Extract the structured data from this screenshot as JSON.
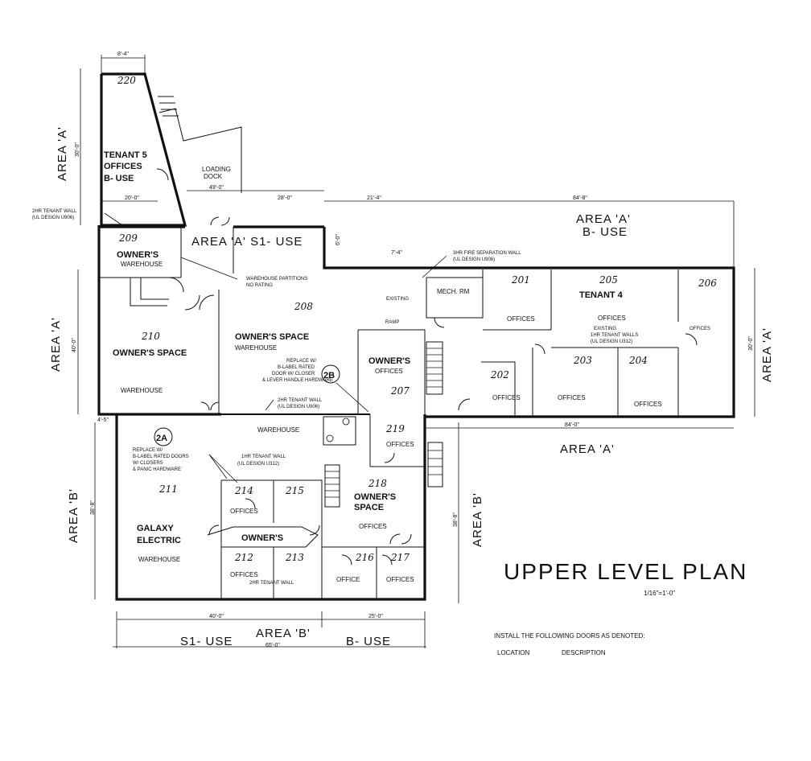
{
  "plan": {
    "title": "UPPER LEVEL PLAN",
    "scale": "1/16\"=1'-0\"",
    "notes": [
      "INSTALL THE FOLLOWING DOORS AS DENOTED:",
      "LOCATION",
      "DESCRIPTION"
    ]
  },
  "areas": {
    "area_a_left_top": "AREA 'A'",
    "area_a_left_mid": "AREA 'A'",
    "area_a_s1": "AREA 'A' S1- USE",
    "area_a_b_top": "AREA 'A'",
    "b_use_top": "B- USE",
    "area_a_right": "AREA 'A'",
    "area_a_bottom_right": "AREA 'A'",
    "area_b_left": "AREA 'B'",
    "area_b_mid": "AREA 'B'",
    "area_b_bottom": "AREA 'B'",
    "s1_use": "S1- USE",
    "b_use_bottom": "B- USE"
  },
  "rooms": {
    "r220": {
      "num": "220",
      "l1": "TENANT 5",
      "l2": "OFFICES",
      "l3": "B- USE"
    },
    "loading": {
      "l1": "LOADING",
      "l2": "DOCK"
    },
    "r209": {
      "num": "209",
      "l1": "OWNER'S",
      "l2": "WAREHOUSE"
    },
    "r210": {
      "num": "210",
      "l1": "OWNER'S SPACE",
      "l2": "WAREHOUSE"
    },
    "r208": {
      "num": "208",
      "l1": "OWNER'S SPACE",
      "l2": "WAREHOUSE"
    },
    "r207": {
      "num": "207",
      "l1": "OWNER'S",
      "l2": "OFFICES"
    },
    "mech": {
      "l1": "MECH. RM"
    },
    "ramp": {
      "l1": "RAMP",
      "l2": "EXISTING"
    },
    "r201": {
      "num": "201",
      "l1": "OFFICES"
    },
    "r205": {
      "num": "205",
      "l1": "TENANT 4",
      "l2": "OFFICES",
      "l3": "EXISTING",
      "l4": "1HR TENANT WALLS",
      "l5": "(UL DESIGN U312)"
    },
    "r206": {
      "num": "206",
      "l1": "OFFICES"
    },
    "r202": {
      "num": "202",
      "l1": "OFFICES"
    },
    "r203": {
      "num": "203",
      "l1": "OFFICES"
    },
    "r204": {
      "num": "204",
      "l1": "OFFICES"
    },
    "r219": {
      "num": "219",
      "l1": "OFFICES"
    },
    "r218": {
      "num": "218",
      "l1": "OWNER'S",
      "l2": "SPACE",
      "l3": "OFFICES"
    },
    "r211": {
      "num": "211",
      "l1": "GALAXY",
      "l2": "ELECTRIC",
      "l3": "WAREHOUSE"
    },
    "r211top": {
      "l1": "WAREHOUSE"
    },
    "r214": {
      "num": "214",
      "l1": "OFFICES"
    },
    "r215": {
      "num": "215"
    },
    "owners_corr": {
      "l1": "OWNER'S"
    },
    "r212": {
      "num": "212",
      "l1": "OFFICES"
    },
    "r213": {
      "num": "213",
      "l1": "2HR TENANT WALL"
    },
    "r216": {
      "num": "216",
      "l1": "OFFICE"
    },
    "r217": {
      "num": "217",
      "l1": "OFFICES"
    }
  },
  "notes": {
    "wall_2hr_left1": "2HR TENANT WALL",
    "wall_2hr_left2": "(UL DESIGN U906)",
    "fire_sep1": "3HR FIRE SEPARATION WALL",
    "fire_sep2": "(UL DESIGN U906)",
    "partitions1": "WAREHOUSE PARTITIONS",
    "partitions2": "NO RATING",
    "replace_2b1": "REPLACE W/",
    "replace_2b2": "B-LABEL RATED",
    "replace_2b3": "DOOR W/ CLOSER",
    "replace_2b4": "& LEVER HANDLE HARDWARE",
    "wall_2hr_mid1": "2HR TENANT WALL",
    "wall_2hr_mid2": "(UL DESIGN U906)",
    "replace_2a1": "REPLACE W/",
    "replace_2a2": "B-LABEL RATED DOORS",
    "replace_2a3": "W/ CLOSERS",
    "replace_2a4": "& PANIC HARDWARE",
    "wall_1hr1": "1HR TENANT WALL",
    "wall_1hr2": "(UL DESIGN U312)",
    "tag_2a": "2A",
    "tag_2b": "2B"
  },
  "dimensions": {
    "d1": "8'-4\"",
    "d2": "30'-0\"",
    "d3": "20'-0\"",
    "d4": "49'-0\"",
    "d5": "28'-0\"",
    "d6": "21'-4\"",
    "d7": "84'-8\"",
    "d8": "40'-0\"",
    "d9": "30'-0\"",
    "d10": "84'-0\"",
    "d11": "4'-5\"",
    "d12": "38'-8\"",
    "d13": "38'-8\"",
    "d14": "40'-0\"",
    "d15": "25'-0\"",
    "d16": "65'-0\"",
    "d17": "6'-0\"",
    "d18": "7'-4\""
  }
}
